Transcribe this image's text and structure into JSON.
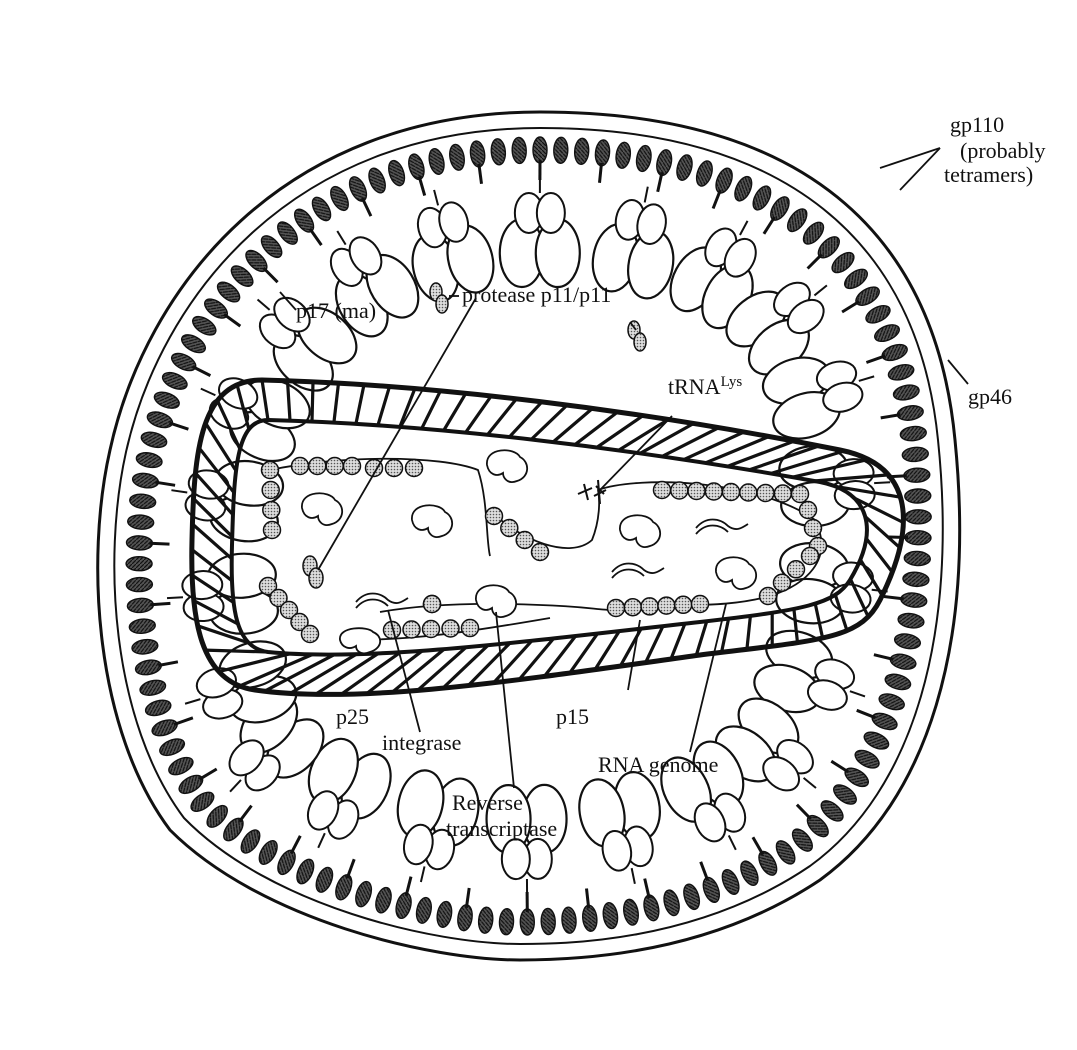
{
  "labels": {
    "gp110": "gp110",
    "gp110_note_1": "(probably",
    "gp110_note_2": "tetramers)",
    "gp46": "gp46",
    "p17": "p17 (ma)",
    "protease": "protease p11/p11",
    "trna": "tRNA",
    "trna_sup": "Lys",
    "p25": "p25",
    "integrase": "integrase",
    "p15": "p15",
    "rna_genome": "RNA genome",
    "rt_1": "Reverse",
    "rt_2": "transcriptase"
  },
  "colors": {
    "ink": "#111111",
    "matrix_fill": "#333333",
    "stipple": "#bdbdbd",
    "background": "#ffffff"
  }
}
